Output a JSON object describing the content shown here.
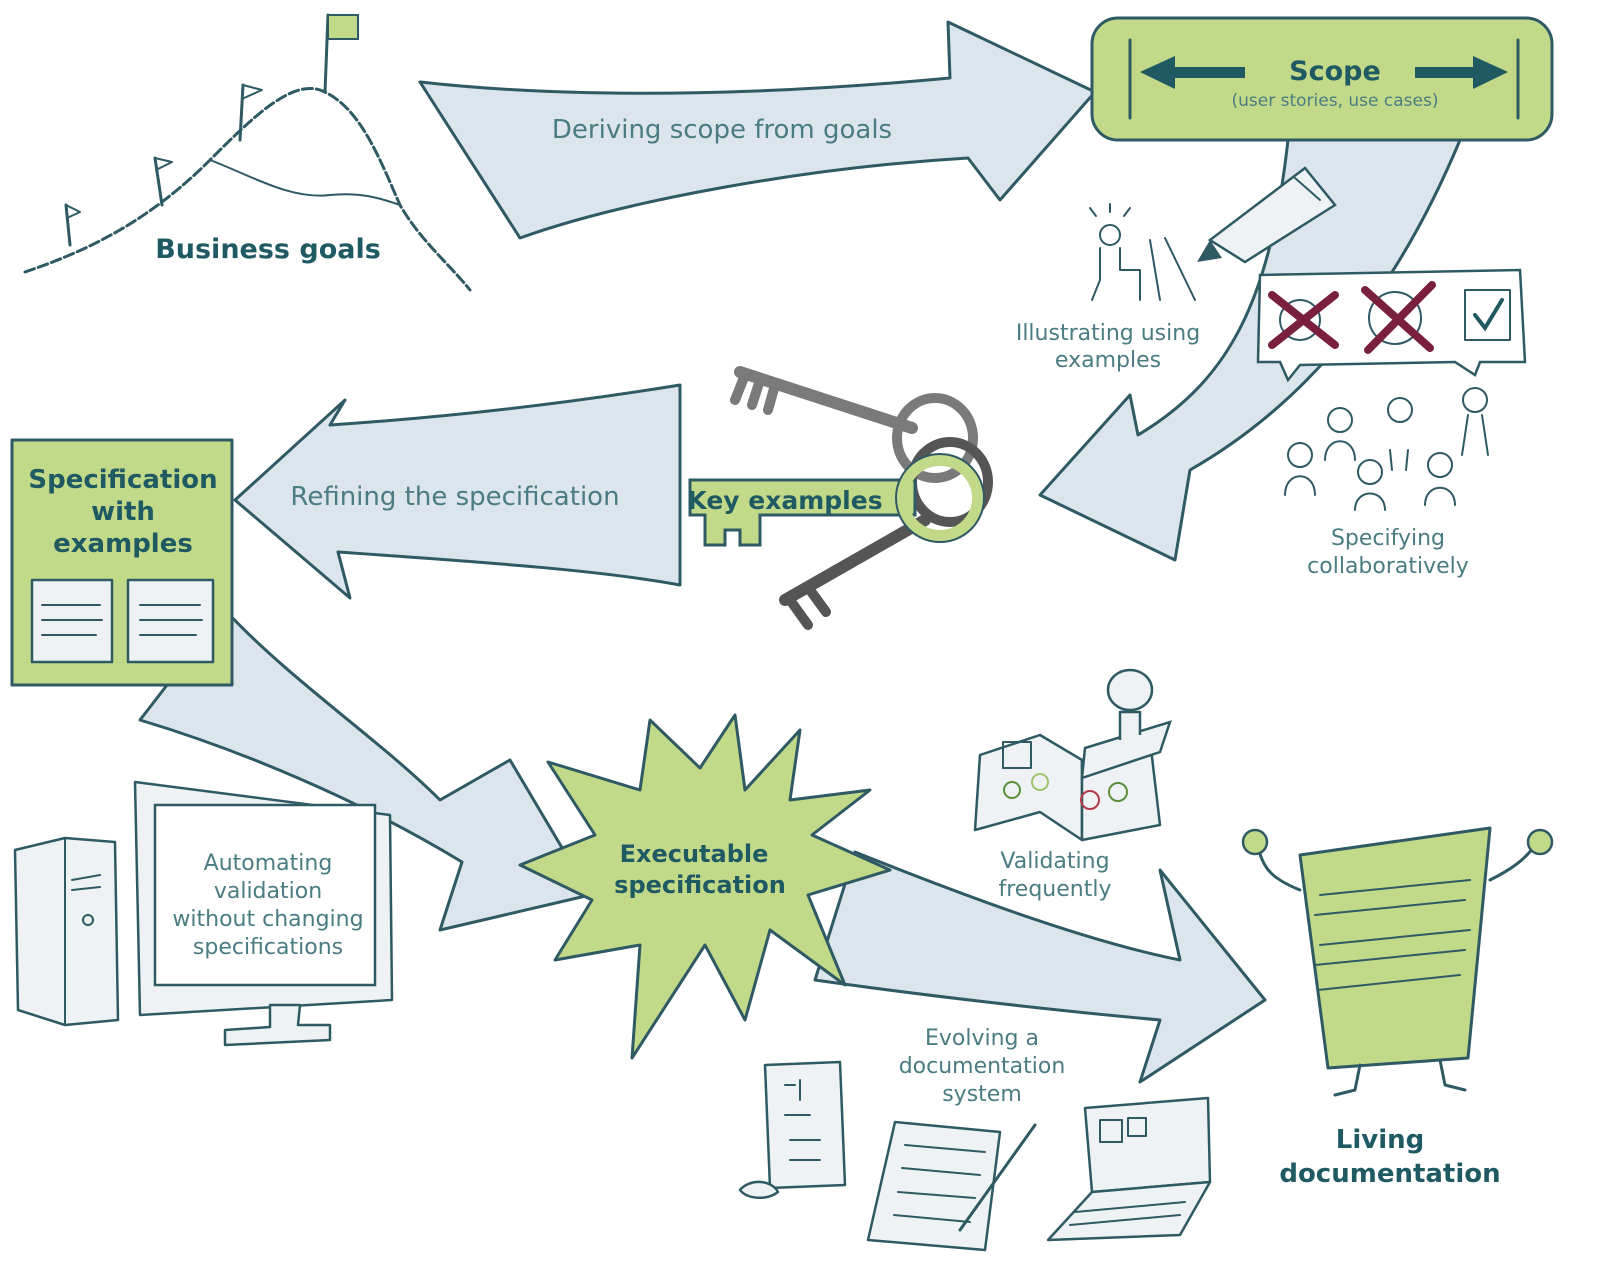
{
  "colors": {
    "arrow_fill": "#dce5ec",
    "ink": "#2f5a64",
    "accent_green": "#c2d98a",
    "text_teal": "#4a7c82",
    "cross_red": "#7a1f3d"
  },
  "nodes": {
    "business_goals": "Business goals",
    "scope_title": "Scope",
    "scope_subtitle": "(user stories, use cases)",
    "spec_with_examples": [
      "Specification",
      "with",
      "examples"
    ],
    "key_examples": "Key examples",
    "executable_spec": [
      "Executable",
      "specification"
    ],
    "living_doc": [
      "Living",
      "documentation"
    ]
  },
  "processes": {
    "deriving_scope": "Deriving scope from goals",
    "illustrating": [
      "Illustrating using",
      "examples"
    ],
    "specifying": [
      "Specifying",
      "collaboratively"
    ],
    "refining": "Refining the specification",
    "automating": [
      "Automating",
      "validation",
      "without changing",
      "specifications"
    ],
    "validating": [
      "Validating",
      "frequently"
    ],
    "evolving": [
      "Evolving a",
      "documentation",
      "system"
    ]
  },
  "icons": [
    "mountain-flags-icon",
    "pencil-icon",
    "idea-person-icon",
    "crossed-out-options-icon",
    "checkmark-icon",
    "team-icon",
    "keys-icon",
    "computer-icon",
    "stamp-book-icon",
    "stone-tablet-icon",
    "handwritten-paper-icon",
    "laptop-icon",
    "happy-document-icon"
  ]
}
